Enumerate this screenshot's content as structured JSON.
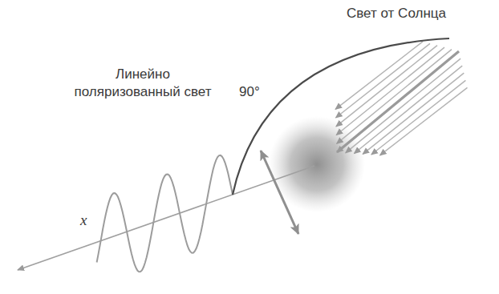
{
  "diagram": {
    "labels": [
      "Свет от Солнца",
      "90°",
      "Линейно поляризованный свет",
      "x"
    ]
  }
}
